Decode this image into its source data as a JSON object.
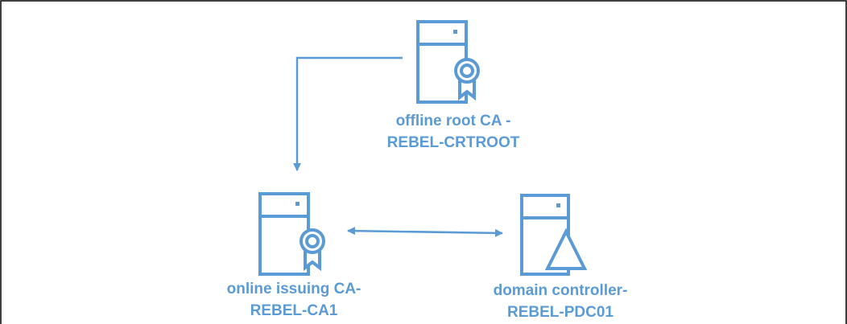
{
  "colors": {
    "accent": "#5b9bd5",
    "border": "#000000"
  },
  "nodes": {
    "root_ca": {
      "icon": "server-certificate-icon",
      "label_line1": "offline root CA -",
      "label_line2": "REBEL-CRTROOT"
    },
    "issuing_ca": {
      "icon": "server-certificate-icon",
      "label_line1": "online issuing CA-",
      "label_line2": "REBEL-CA1"
    },
    "domain_controller": {
      "icon": "server-triangle-icon",
      "label_line1": "domain controller-",
      "label_line2": "REBEL-PDC01"
    }
  },
  "connections": [
    {
      "from": "root_ca",
      "to": "issuing_ca",
      "direction": "one-way"
    },
    {
      "from": "issuing_ca",
      "to": "domain_controller",
      "direction": "two-way"
    }
  ]
}
